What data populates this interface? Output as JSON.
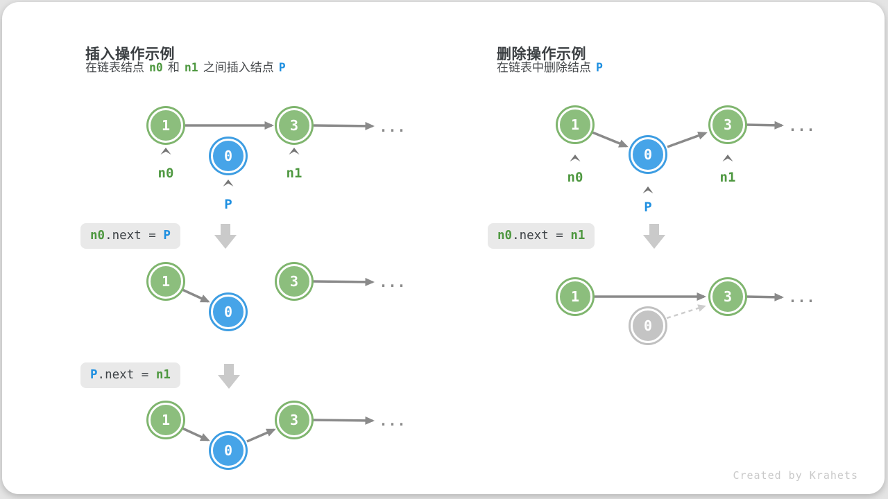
{
  "colors": {
    "node_green_fill": "#8cbe7d",
    "node_green_ring": "#7fb56e",
    "node_blue_fill": "#46a4e8",
    "node_blue_ring": "#3d9de2",
    "node_gray_fill": "#c4c4c4",
    "node_text": "#ffffff",
    "label_green": "#4e9840",
    "label_blue": "#1e8fe0",
    "arrow_gray": "#8a8a8a",
    "arrow_dashed_gray": "#cdcdcd",
    "caret_gray": "#757575",
    "code_background": "#e9e9e9",
    "code_text": "#3e4347",
    "block_arrow_gray": "#cacaca",
    "title_text": "#3b3f42",
    "footer_text": "#c9c9c9"
  },
  "insert": {
    "title": "插入操作示例",
    "subtitle": {
      "prefix": "在链表结点",
      "n0": "n0",
      "mid": "和",
      "n1": "n1",
      "suffix": "之间插入结点",
      "p": "P"
    },
    "fig_initial": {
      "node1": "1",
      "node3": "3",
      "nodeP": "0",
      "label_n0": "n0",
      "label_n1": "n1",
      "label_p": "P"
    },
    "code_step1": {
      "lhs": "n0",
      "op": ".next = ",
      "rhs": "P"
    },
    "fig_step1": {
      "node1": "1",
      "nodeP": "0",
      "node3": "3"
    },
    "code_step2": {
      "lhs": "P",
      "op": ".next = ",
      "rhs": "n1"
    },
    "fig_step2": {
      "node1": "1",
      "nodeP": "0",
      "node3": "3"
    }
  },
  "delete": {
    "title": "删除操作示例",
    "subtitle": {
      "prefix": "在链表中删除结点",
      "p": "P"
    },
    "fig_initial": {
      "node1": "1",
      "nodeP": "0",
      "node3": "3",
      "label_n0": "n0",
      "label_n1": "n1",
      "label_p": "P"
    },
    "code_step1": {
      "lhs": "n0",
      "op": ".next = ",
      "rhs": "n1"
    },
    "fig_result": {
      "node1": "1",
      "node3": "3",
      "nodeP": "0"
    }
  },
  "ellipsis": "...",
  "footer": "Created by Krahets"
}
